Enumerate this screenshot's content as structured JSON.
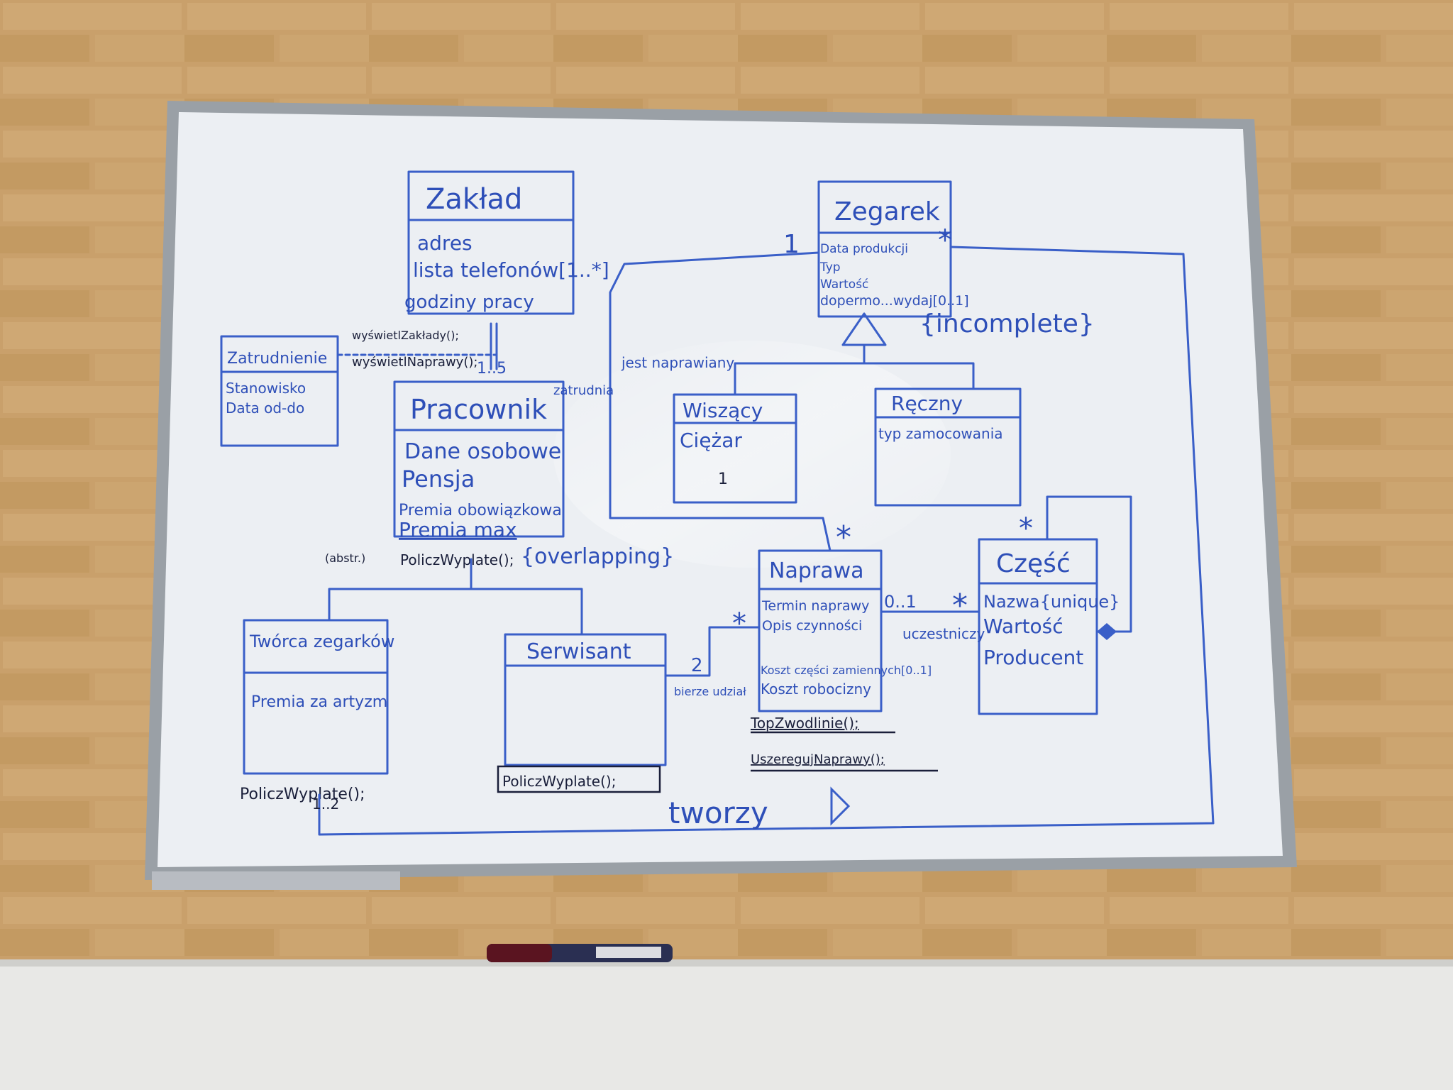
{
  "classes": {
    "zaklad": {
      "name": "Zakład",
      "attrs": [
        "adres",
        "lista telefonów[1..*]",
        "godziny pracy"
      ]
    },
    "zegarek": {
      "name": "Zegarek",
      "attrs": [
        "Data produkcji",
        "Typ",
        "Wartość",
        "dopermo...wydaj[0..1]"
      ]
    },
    "zatrudnienie": {
      "name": "Zatrudnienie",
      "attrs": [
        "Stanowisko",
        "Data od-do"
      ]
    },
    "pracownik": {
      "name": "Pracownik",
      "attrs": [
        "Dane osobowe",
        "Pensja",
        "Premia obowiązkowa",
        "Premia max"
      ],
      "op": "PoliczWyplate();"
    },
    "wiszacy": {
      "name": "Wiszący",
      "attrs": [
        "Ciężar"
      ]
    },
    "reczny": {
      "name": "Ręczny",
      "attrs": [
        "typ zamocowania"
      ]
    },
    "naprawa": {
      "name": "Naprawa",
      "attrs": [
        "Termin naprawy",
        "Opis czynności",
        "Koszt części zamiennych[0..1]",
        "Koszt robocizny"
      ]
    },
    "czesc": {
      "name": "Część",
      "attrs": [
        "Nazwa{unique}",
        "Wartość",
        "Producent"
      ]
    },
    "tworca": {
      "name": "Twórca zegarków",
      "attrs": [
        "Premia za artyzm"
      ],
      "op": "PoliczWyplate();"
    },
    "serwisant": {
      "name": "Serwisant",
      "attrs": [],
      "op": "PoliczWyplate();"
    }
  },
  "labels": {
    "zaklad_ops_1": "wyświetlZakłady();",
    "zaklad_ops_2": "wyświetlNaprawy();",
    "mult_1_5": "1..5",
    "zatrudnia": "zatrudnia",
    "jest_naprawiany": "jest naprawiany",
    "incomplete": "{incomplete}",
    "overlapping": "{overlapping}",
    "abstract_tag": "(abstr.)",
    "top_zwodlinie": "TopZwodlinie();",
    "uszereguj": "UszeregujNaprawy();",
    "uczestniczy": "uczestniczy",
    "bierze_udzial": "bierze udział",
    "tworzy": "tworzy",
    "m_one_zegarek": "1",
    "m_star_zegarek": "*",
    "m_star_naprawa_top": "*",
    "m_star_czesc_top": "*",
    "m_zero_one": "0..1",
    "m_star_czesc": "*",
    "m_star_serwis": "*",
    "m_two": "2",
    "m_two_tworca": "1..2",
    "ciezar_one": "1"
  }
}
